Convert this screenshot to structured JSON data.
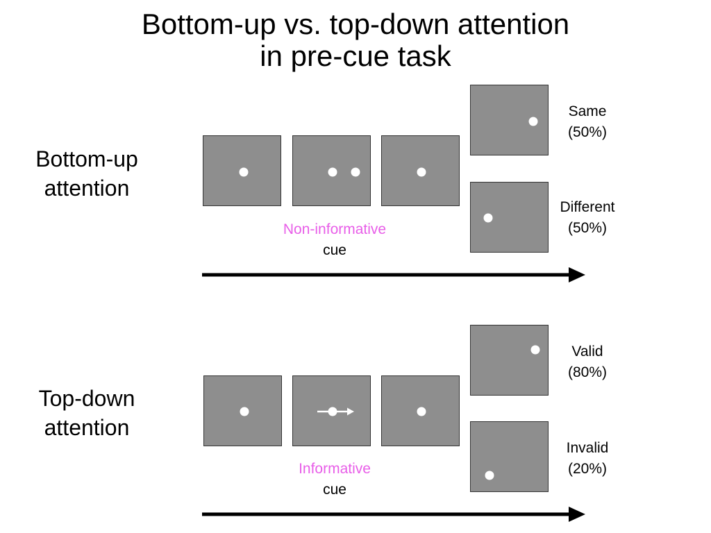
{
  "title": {
    "line1": "Bottom-up vs. top-down attention",
    "line2": "in pre-cue task"
  },
  "bottom_up": {
    "label_line1": "Bottom-up",
    "label_line2": "attention",
    "cue_type": "Non-informative",
    "cue_word": "cue",
    "outcome_top": {
      "name": "Same",
      "percent": "(50%)"
    },
    "outcome_bottom": {
      "name": "Different",
      "percent": "(50%)"
    }
  },
  "top_down": {
    "label_line1": "Top-down",
    "label_line2": "attention",
    "cue_type": "Informative",
    "cue_word": "cue",
    "outcome_top": {
      "name": "Valid",
      "percent": "(80%)"
    },
    "outcome_bottom": {
      "name": "Invalid",
      "percent": "(20%)"
    }
  },
  "colors": {
    "screen": "#8e8e8e",
    "dot": "#ffffff",
    "cue_highlight": "#e85ee8",
    "arrow": "#000000"
  },
  "icons": {
    "stimulus": "white-dot",
    "directional_cue": "right-arrow",
    "timeline": "long-right-arrow"
  }
}
